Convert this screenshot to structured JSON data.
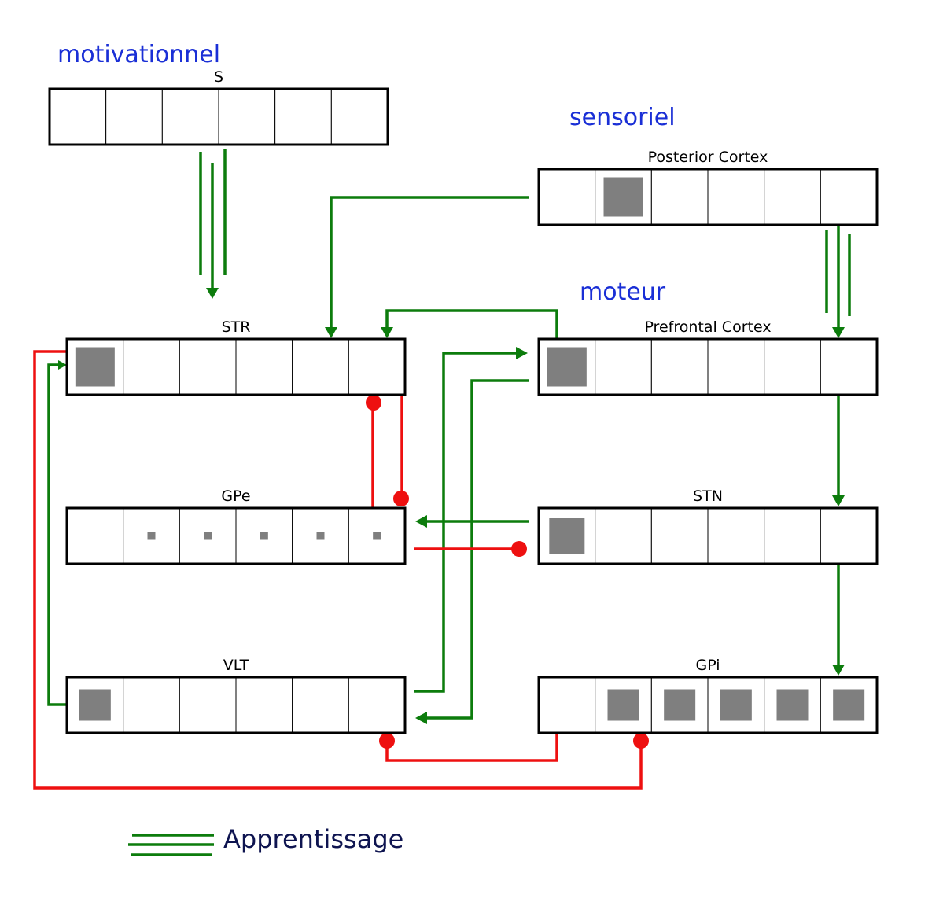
{
  "colors": {
    "excitatory": "#0c7c0c",
    "inhibitory": "#ee1010",
    "region_label": "#1a2fd6",
    "legend_label": "#0e1450",
    "unit_fill": "#7f7f7f",
    "box_border": "#000000"
  },
  "regions": {
    "motivational": "motivationnel",
    "sensory": "sensoriel",
    "motor": "moteur"
  },
  "layers": [
    {
      "id": "s",
      "label": "S",
      "units": 6,
      "activity": [
        0,
        0,
        0,
        0,
        0,
        0
      ]
    },
    {
      "id": "posterior-cortex",
      "label": "Posterior Cortex",
      "units": 6,
      "activity": [
        0,
        1,
        0,
        0,
        0,
        0
      ]
    },
    {
      "id": "str",
      "label": "STR",
      "units": 6,
      "activity": [
        1,
        0,
        0,
        0,
        0,
        0
      ]
    },
    {
      "id": "prefrontal-cortex",
      "label": "Prefrontal Cortex",
      "units": 6,
      "activity": [
        1,
        0,
        0,
        0,
        0,
        0
      ]
    },
    {
      "id": "gpe",
      "label": "GPe",
      "units": 6,
      "activity": [
        0,
        0.2,
        0.2,
        0.2,
        0.2,
        0.2
      ]
    },
    {
      "id": "stn",
      "label": "STN",
      "units": 6,
      "activity": [
        0.9,
        0,
        0,
        0,
        0,
        0
      ]
    },
    {
      "id": "vlt",
      "label": "VLT",
      "units": 6,
      "activity": [
        0.8,
        0,
        0,
        0,
        0,
        0
      ]
    },
    {
      "id": "gpi",
      "label": "GPi",
      "units": 6,
      "activity": [
        0,
        0.8,
        0.8,
        0.8,
        0.8,
        0.8
      ]
    }
  ],
  "legend": {
    "learning_label": "Apprentissage"
  }
}
